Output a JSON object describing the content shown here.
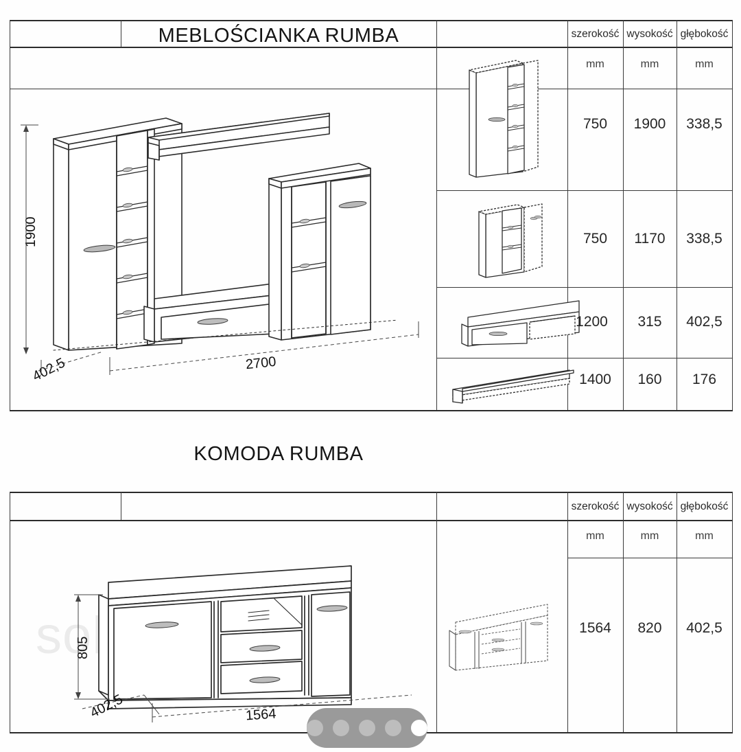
{
  "document": {
    "type": "furniture-specification-sheet",
    "language": "pl",
    "watermark": "soho-meble",
    "background_color": "#ffffff",
    "line_color": "#3a3a3a"
  },
  "sections": [
    {
      "id": "meblosciank a",
      "title": "MEBLOŚCIANKA RUMBA",
      "overall_dimensions": {
        "height": "1900",
        "width": "2700",
        "depth": "402,5"
      },
      "table": {
        "columns": [
          "szerokość",
          "wysokość",
          "głębokość"
        ],
        "units": [
          "mm",
          "mm",
          "mm"
        ],
        "rows": [
          {
            "item": "szafa-wysoka",
            "szerokosc": "750",
            "wysokosc": "1900",
            "glebokosc": "338,5"
          },
          {
            "item": "szafka-niska",
            "szerokosc": "750",
            "wysokosc": "1170",
            "glebokosc": "338,5"
          },
          {
            "item": "szafka-rtv",
            "szerokosc": "1200",
            "wysokosc": "315",
            "glebokosc": "402,5"
          },
          {
            "item": "polka-wiszaca",
            "szerokosc": "1400",
            "wysokosc": "160",
            "glebokosc": "176"
          }
        ]
      }
    },
    {
      "id": "komoda",
      "title": "KOMODA RUMBA",
      "overall_dimensions": {
        "height": "805",
        "width": "1564",
        "depth": "402,5"
      },
      "table": {
        "columns": [
          "szerokość",
          "wysokość",
          "głębokość"
        ],
        "units": [
          "mm",
          "mm",
          "mm"
        ],
        "rows": [
          {
            "item": "komoda",
            "szerokosc": "1564",
            "wysokosc": "820",
            "glebokosc": "402,5"
          }
        ]
      }
    }
  ],
  "pager": {
    "dots": 5,
    "active_index": 5
  }
}
